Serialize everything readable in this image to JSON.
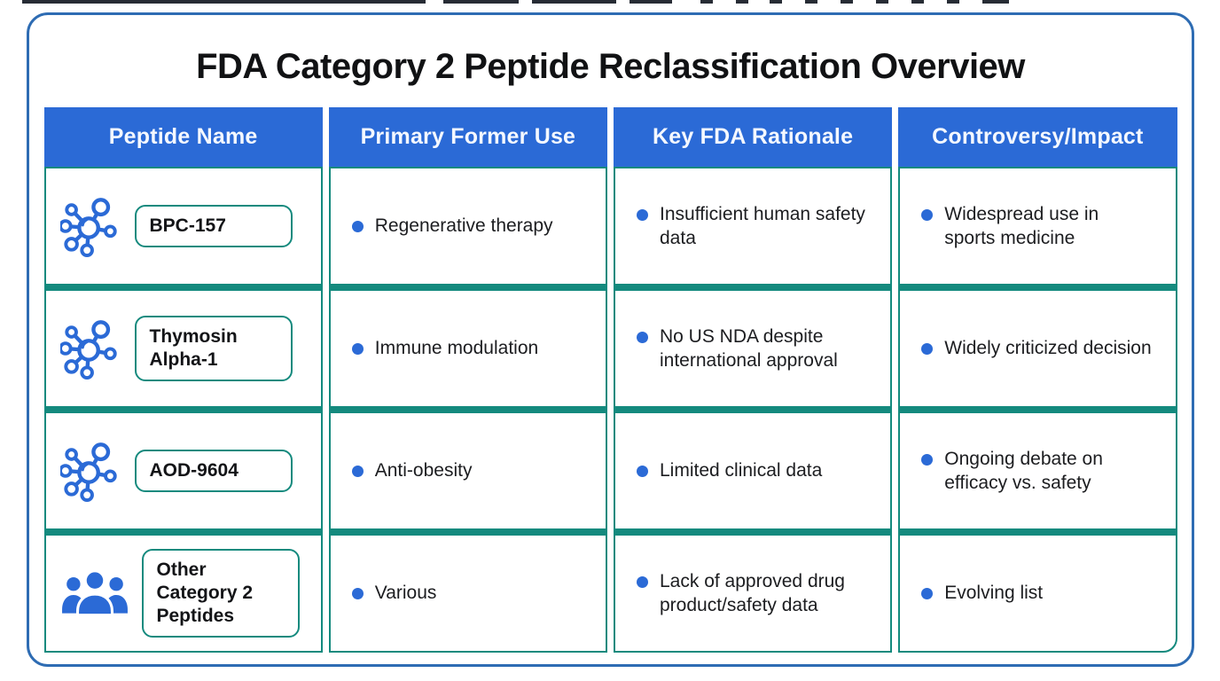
{
  "title": "FDA Category 2 Peptide Reclassification Overview",
  "table": {
    "headers": [
      "Peptide Name",
      "Primary Former Use",
      "Key FDA Rationale",
      "Controversy/Impact"
    ],
    "rows": [
      {
        "peptide": "BPC-157",
        "icon": "molecule-icon",
        "former_use": "Regenerative therapy",
        "fda_rationale": "Insufficient human safety data",
        "controversy": "Widespread use in sports medicine"
      },
      {
        "peptide": "Thymosin Alpha-1",
        "icon": "molecule-icon",
        "former_use": "Immune modulation",
        "fda_rationale": "No US NDA despite international approval",
        "controversy": "Widely criticized decision"
      },
      {
        "peptide": "AOD-9604",
        "icon": "molecule-icon",
        "former_use": "Anti-obesity",
        "fda_rationale": "Limited clinical data",
        "controversy": "Ongoing debate on efficacy vs. safety"
      },
      {
        "peptide": "Other Category 2 Peptides",
        "icon": "people-icon",
        "former_use": "Various",
        "fda_rationale": "Lack of approved drug product/safety data",
        "controversy": "Evolving list"
      }
    ]
  },
  "colors": {
    "header_bg": "#2b6ad6",
    "cell_border": "#148a7e",
    "bullet": "#2b6ad6",
    "outer_border": "#2e6cb3",
    "icon_blue": "#2b6ad6"
  }
}
